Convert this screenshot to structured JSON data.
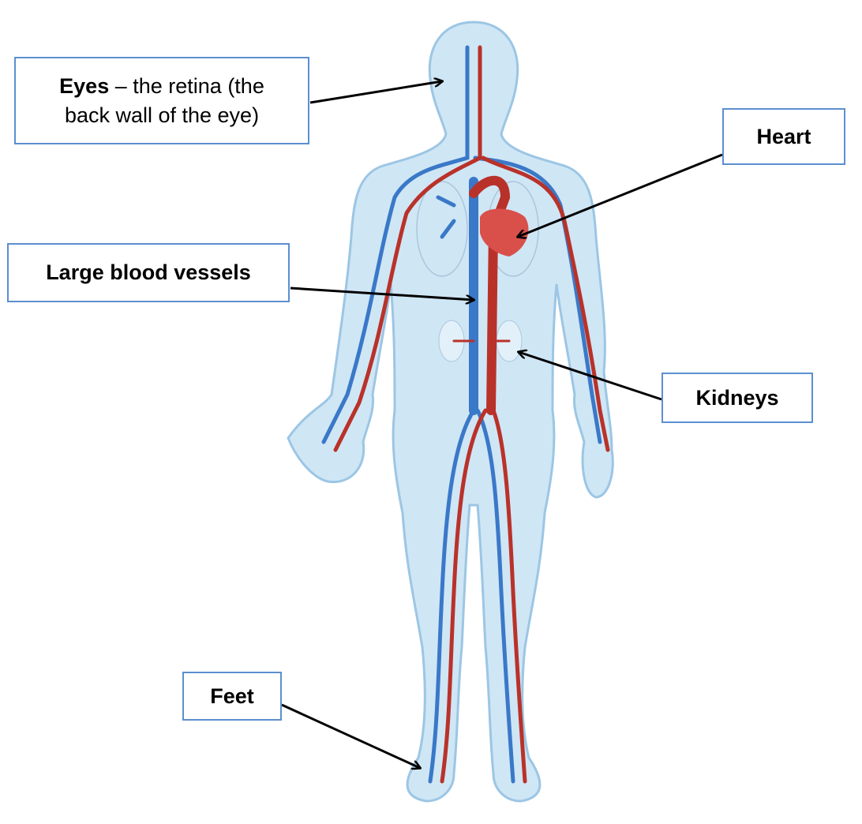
{
  "labels": {
    "eyes": {
      "bold": "Eyes",
      "rest": " – the retina (the",
      "line2": "back wall of the eye)"
    },
    "heart": "Heart",
    "vessels": "Large blood vessels",
    "kidneys": "Kidneys",
    "feet": "Feet"
  },
  "colors": {
    "artery": "#b9322a",
    "vein": "#3a78c8",
    "body": "#cfe6f5",
    "outline": "#9cc6e4",
    "border": "#5b8fd0",
    "heart": "#d9504a"
  }
}
